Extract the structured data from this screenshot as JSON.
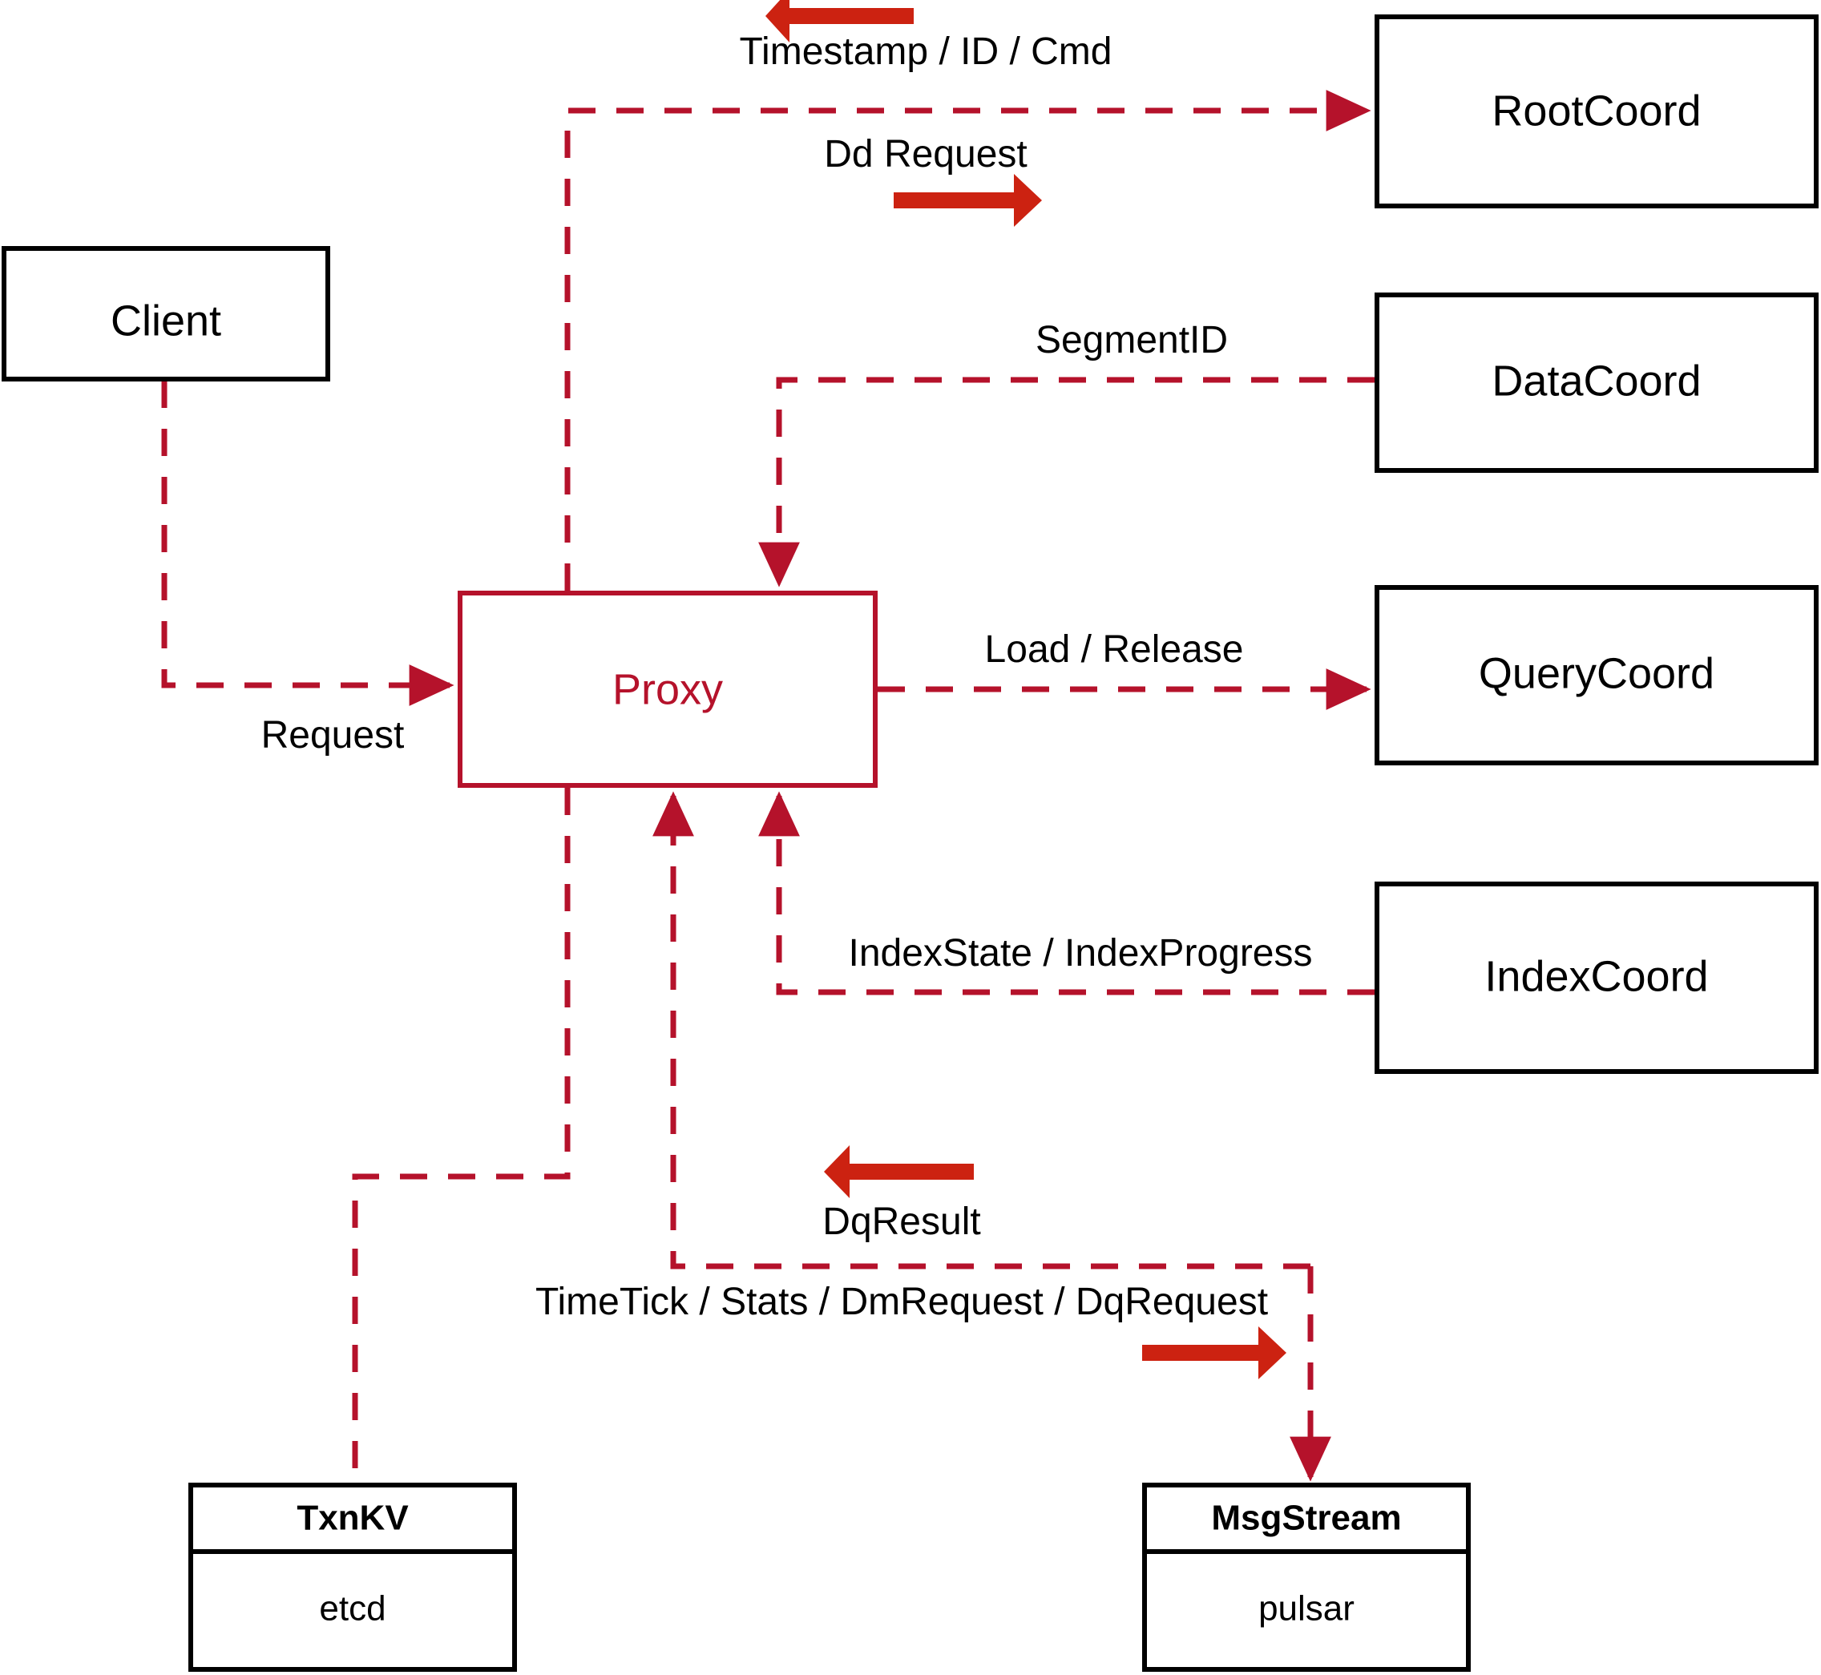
{
  "diagram": {
    "title": "Milvus Proxy interaction diagram",
    "accent_color": "#b5122b",
    "arrow_color": "#cc2211",
    "node_color": "#000000",
    "background": "#ffffff"
  },
  "nodes": {
    "client": {
      "label": "Client"
    },
    "proxy": {
      "label": "Proxy"
    },
    "root_coord": {
      "label": "RootCoord"
    },
    "data_coord": {
      "label": "DataCoord"
    },
    "query_coord": {
      "label": "QueryCoord"
    },
    "index_coord": {
      "label": "IndexCoord"
    },
    "txn_kv": {
      "label": "TxnKV",
      "impl": "etcd"
    },
    "msg_stream": {
      "label": "MsgStream",
      "impl": "pulsar"
    }
  },
  "edges": [
    {
      "id": "timestamp-id-cmd",
      "label": "Timestamp / ID / Cmd",
      "direction": "left",
      "from": "root_coord",
      "to": "proxy"
    },
    {
      "id": "dd-request",
      "label": "Dd Request",
      "direction": "right",
      "from": "proxy",
      "to": "root_coord"
    },
    {
      "id": "segment-id",
      "label": "SegmentID",
      "direction": "none",
      "from": "data_coord",
      "to": "proxy"
    },
    {
      "id": "request",
      "label": "Request",
      "direction": "none",
      "from": "client",
      "to": "proxy"
    },
    {
      "id": "load-release",
      "label": "Load / Release",
      "direction": "none",
      "from": "proxy",
      "to": "query_coord"
    },
    {
      "id": "index-state-progress",
      "label": "IndexState / IndexProgress",
      "direction": "none",
      "from": "index_coord",
      "to": "proxy"
    },
    {
      "id": "dq-result",
      "label": "DqResult",
      "direction": "left",
      "from": "msg_stream",
      "to": "proxy"
    },
    {
      "id": "timetick-stats-dmrequest-dqrequest",
      "label": "TimeTick / Stats / DmRequest / DqRequest",
      "direction": "right",
      "from": "proxy",
      "to": "msg_stream"
    }
  ]
}
